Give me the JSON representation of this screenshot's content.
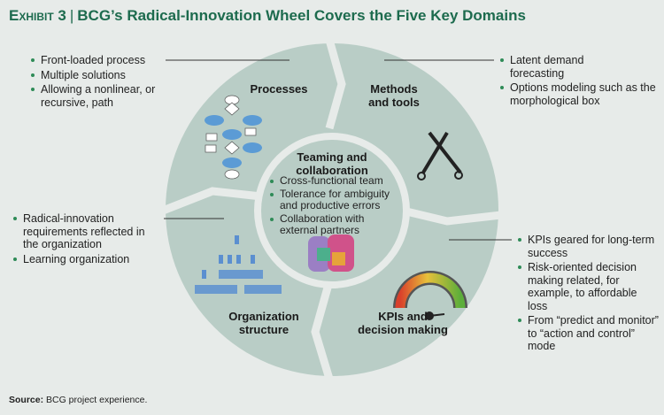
{
  "title": {
    "exhibit": "Exhibit 3",
    "text": "BCG’s Radical-Innovation Wheel Covers the Five Key Domains"
  },
  "segments": {
    "processes": {
      "label": "Processes",
      "bullets": [
        "Front-loaded process",
        "Multiple solutions",
        "Allowing a nonlinear, or recursive, path"
      ]
    },
    "methods": {
      "label": "Methods and tools",
      "bullets": [
        "Latent demand forecasting",
        "Options modeling such as the morphological box"
      ]
    },
    "organization": {
      "label": "Organization structure",
      "bullets": [
        "Radical-innovation requirements reflected in the organization",
        "Learning organization"
      ]
    },
    "kpis": {
      "label": "KPIs and decision making",
      "bullets": [
        "KPIs geared for long-term success",
        "Risk-oriented decision making related, for example, to affordable loss",
        "From “predict and monitor” to “action and control” mode"
      ]
    },
    "teaming": {
      "label": "Teaming and collaboration",
      "bullets": [
        "Cross-functional team",
        "Tolerance for ambiguity and productive errors",
        "Collaboration with external partners"
      ]
    }
  },
  "source": {
    "label": "Source:",
    "text": "BCG project experience."
  },
  "colors": {
    "wheel": "#b9cdc6",
    "background": "#e7ebe9",
    "title": "#1d6b4e",
    "bullet": "#2e8b57"
  }
}
